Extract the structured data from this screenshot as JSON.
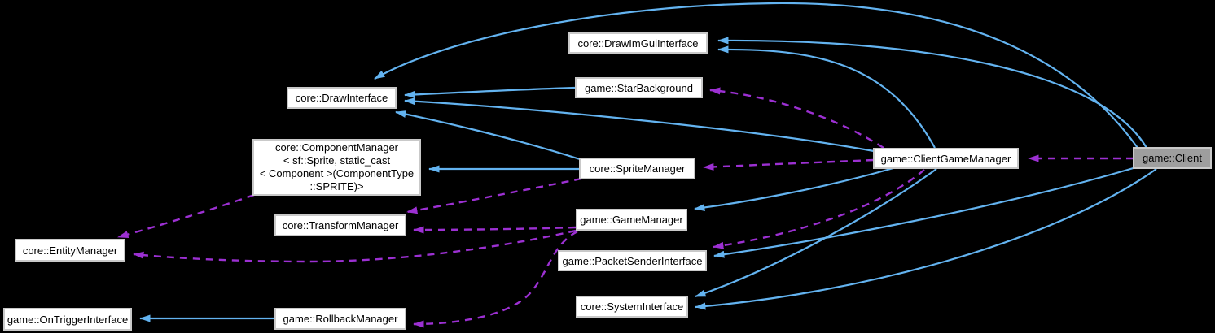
{
  "diagram_type": "doxygen-collaboration-graph",
  "colors": {
    "background": "#000000",
    "inheritance_edge": "#63B3F0",
    "usage_edge": "#9C30D2",
    "node_fill": "#ffffff",
    "node_border": "#c9c9c9",
    "focus_node_fill": "#9e9e9e",
    "node_text": "#000000"
  },
  "nodes": {
    "drawImGuiInterface": {
      "label": "core::DrawImGuiInterface"
    },
    "starBackground": {
      "label": "game::StarBackground"
    },
    "drawInterface": {
      "label": "core::DrawInterface"
    },
    "componentManager": {
      "lines": [
        "core::ComponentManager",
        "< sf::Sprite, static_cast",
        "< Component >(ComponentType",
        "::SPRITE)>"
      ]
    },
    "spriteManager": {
      "label": "core::SpriteManager"
    },
    "clientGameManager": {
      "label": "game::ClientGameManager"
    },
    "client": {
      "label": "game::Client"
    },
    "transformManager": {
      "label": "core::TransformManager"
    },
    "gameManager": {
      "label": "game::GameManager"
    },
    "entityManager": {
      "label": "core::EntityManager"
    },
    "packetSenderInterface": {
      "label": "game::PacketSenderInterface"
    },
    "systemInterface": {
      "label": "core::SystemInterface"
    },
    "onTriggerInterface": {
      "label": "game::OnTriggerInterface"
    },
    "rollbackManager": {
      "label": "game::RollbackManager"
    }
  },
  "edges": [
    {
      "from": "game::Client",
      "to": "core::DrawInterface",
      "relation": "inheritance"
    },
    {
      "from": "game::Client",
      "to": "core::DrawImGuiInterface",
      "relation": "inheritance"
    },
    {
      "from": "game::Client",
      "to": "game::PacketSenderInterface",
      "relation": "inheritance"
    },
    {
      "from": "game::Client",
      "to": "core::SystemInterface",
      "relation": "inheritance"
    },
    {
      "from": "game::Client",
      "to": "game::ClientGameManager",
      "relation": "usage"
    },
    {
      "from": "game::ClientGameManager",
      "to": "core::DrawInterface",
      "relation": "inheritance"
    },
    {
      "from": "game::ClientGameManager",
      "to": "core::DrawImGuiInterface",
      "relation": "inheritance"
    },
    {
      "from": "game::ClientGameManager",
      "to": "game::GameManager",
      "relation": "inheritance"
    },
    {
      "from": "game::ClientGameManager",
      "to": "core::SystemInterface",
      "relation": "inheritance"
    },
    {
      "from": "game::ClientGameManager",
      "to": "game::StarBackground",
      "relation": "usage"
    },
    {
      "from": "game::ClientGameManager",
      "to": "core::SpriteManager",
      "relation": "usage"
    },
    {
      "from": "game::ClientGameManager",
      "to": "game::PacketSenderInterface",
      "relation": "usage"
    },
    {
      "from": "game::StarBackground",
      "to": "core::DrawInterface",
      "relation": "inheritance"
    },
    {
      "from": "core::SpriteManager",
      "to": "core::DrawInterface",
      "relation": "inheritance"
    },
    {
      "from": "core::SpriteManager",
      "to": "core::ComponentManager< sf::Sprite, static_cast< Component >(ComponentType::SPRITE)>",
      "relation": "inheritance"
    },
    {
      "from": "core::SpriteManager",
      "to": "core::TransformManager",
      "relation": "usage"
    },
    {
      "from": "core::ComponentManager< sf::Sprite, static_cast< Component >(ComponentType::SPRITE)>",
      "to": "core::EntityManager",
      "relation": "usage"
    },
    {
      "from": "game::GameManager",
      "to": "core::TransformManager",
      "relation": "usage"
    },
    {
      "from": "game::GameManager",
      "to": "core::EntityManager",
      "relation": "usage"
    },
    {
      "from": "game::GameManager",
      "to": "game::RollbackManager",
      "relation": "usage"
    },
    {
      "from": "game::RollbackManager",
      "to": "game::OnTriggerInterface",
      "relation": "inheritance"
    }
  ]
}
